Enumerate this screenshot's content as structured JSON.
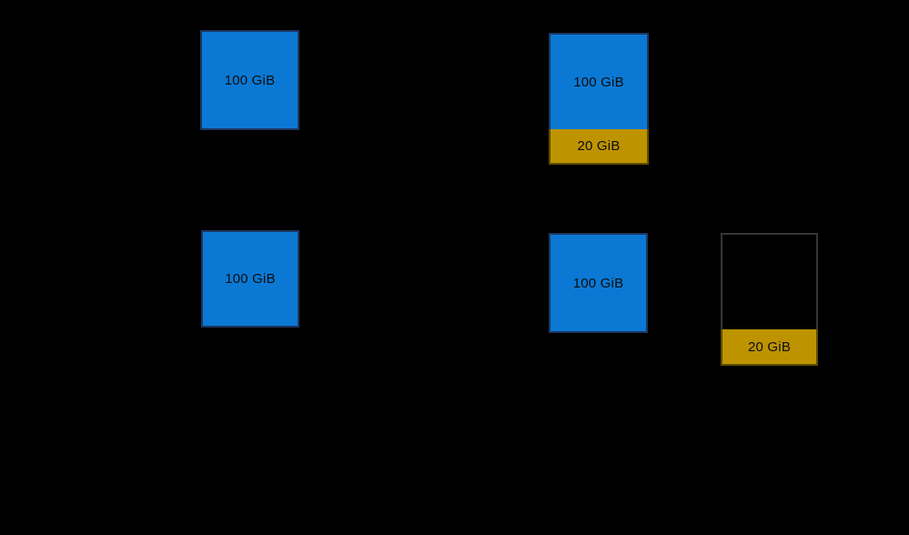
{
  "boxes": {
    "top_left_disk": {
      "size": "100 GiB"
    },
    "top_right_disk": {
      "size": "100 GiB",
      "changed": "20 GiB"
    },
    "middle_left_disk": {
      "size": "100 GiB"
    },
    "middle_right_disk": {
      "size": "100 GiB"
    },
    "snapshot": {
      "changed": "20 GiB"
    }
  },
  "colors": {
    "background": "#000000",
    "disk_fill": "#0b79d4",
    "disk_border": "#1c3660",
    "changed_fill": "#be9300",
    "changed_border": "#5f4d00",
    "empty_box_border": "#363636",
    "label_text": "#0d0d0d"
  }
}
